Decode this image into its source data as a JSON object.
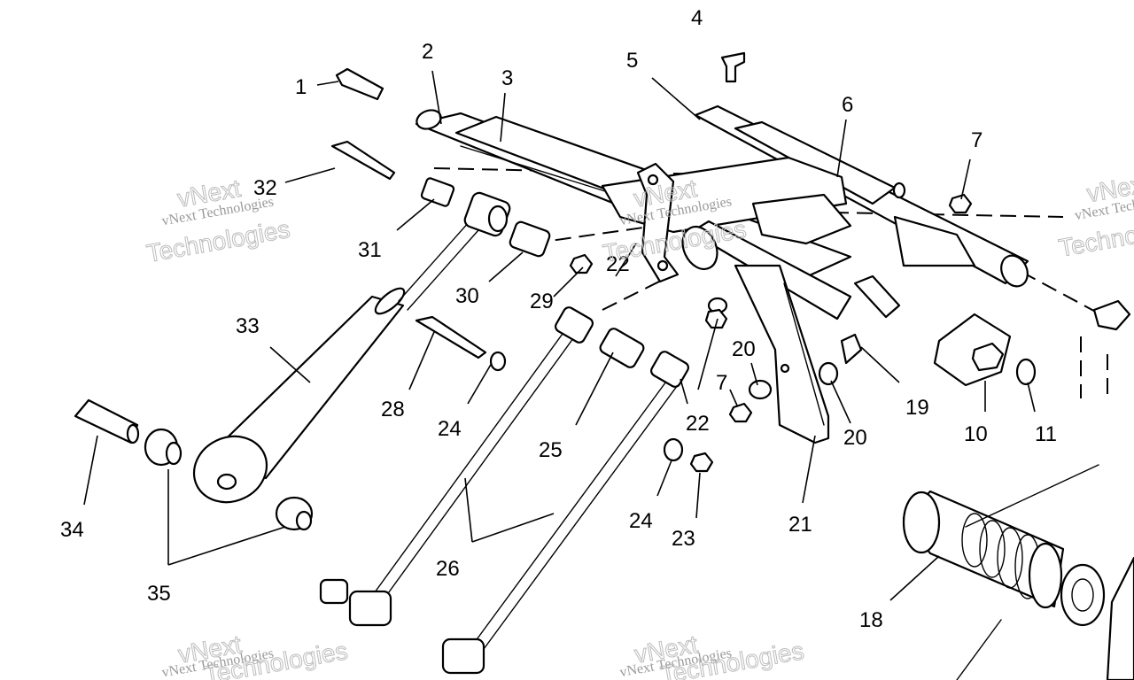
{
  "callouts": [
    "1",
    "2",
    "3",
    "4",
    "5",
    "6",
    "7",
    "32",
    "31",
    "30",
    "29",
    "22",
    "33",
    "28",
    "24",
    "25",
    "26",
    "34",
    "35",
    "20",
    "7",
    "22",
    "24",
    "23",
    "21",
    "19",
    "20",
    "10",
    "11",
    "18"
  ],
  "watermark": {
    "line1": "vNext Technologies",
    "big_top": "vNext",
    "big_bottom": "Technologies"
  }
}
